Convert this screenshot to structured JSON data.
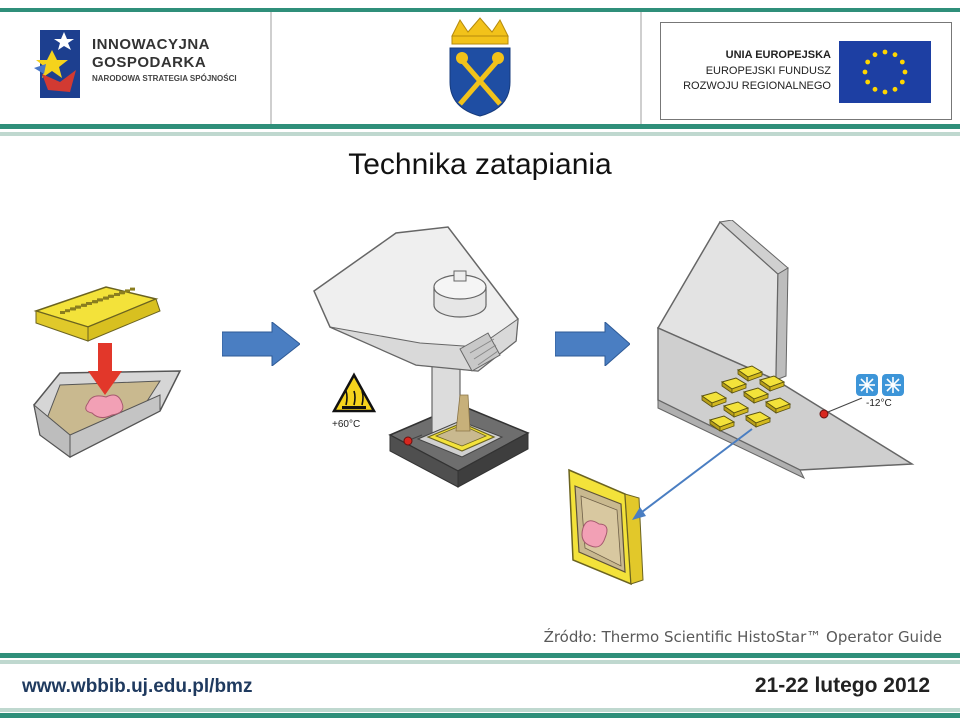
{
  "header": {
    "logo_left": {
      "line1": "INNOWACYJNA",
      "line2": "GOSPODARKA",
      "line3": "NARODOWA STRATEGIA SPÓJNOŚCI"
    },
    "logo_right": {
      "line1": "UNIA EUROPEJSKA",
      "line2": "EUROPEJSKI FUNDUSZ",
      "line3": "ROZWOJU REGIONALNEGO"
    }
  },
  "slide": {
    "title": "Technika zatapiania",
    "steps": [
      {
        "icon": "cassette-placement-illustration"
      },
      {
        "icon": "paraffin-dispenser-illustration",
        "temperature": "+60°C"
      },
      {
        "icon": "cold-plate-illustration",
        "temperature": "-12°C"
      }
    ],
    "source": "Źródło: Thermo Scientific HistoStar™ Operator Guide"
  },
  "footer": {
    "url": "www.wbbib.uj.edu.pl/bmz",
    "date": "21-22 lutego 2012"
  },
  "colors": {
    "accent_teal": "#2f8f7a",
    "arrow_blue": "#4a7ec2",
    "cassette_yellow": "#f3e23a",
    "eu_blue": "#1d3fa3"
  }
}
